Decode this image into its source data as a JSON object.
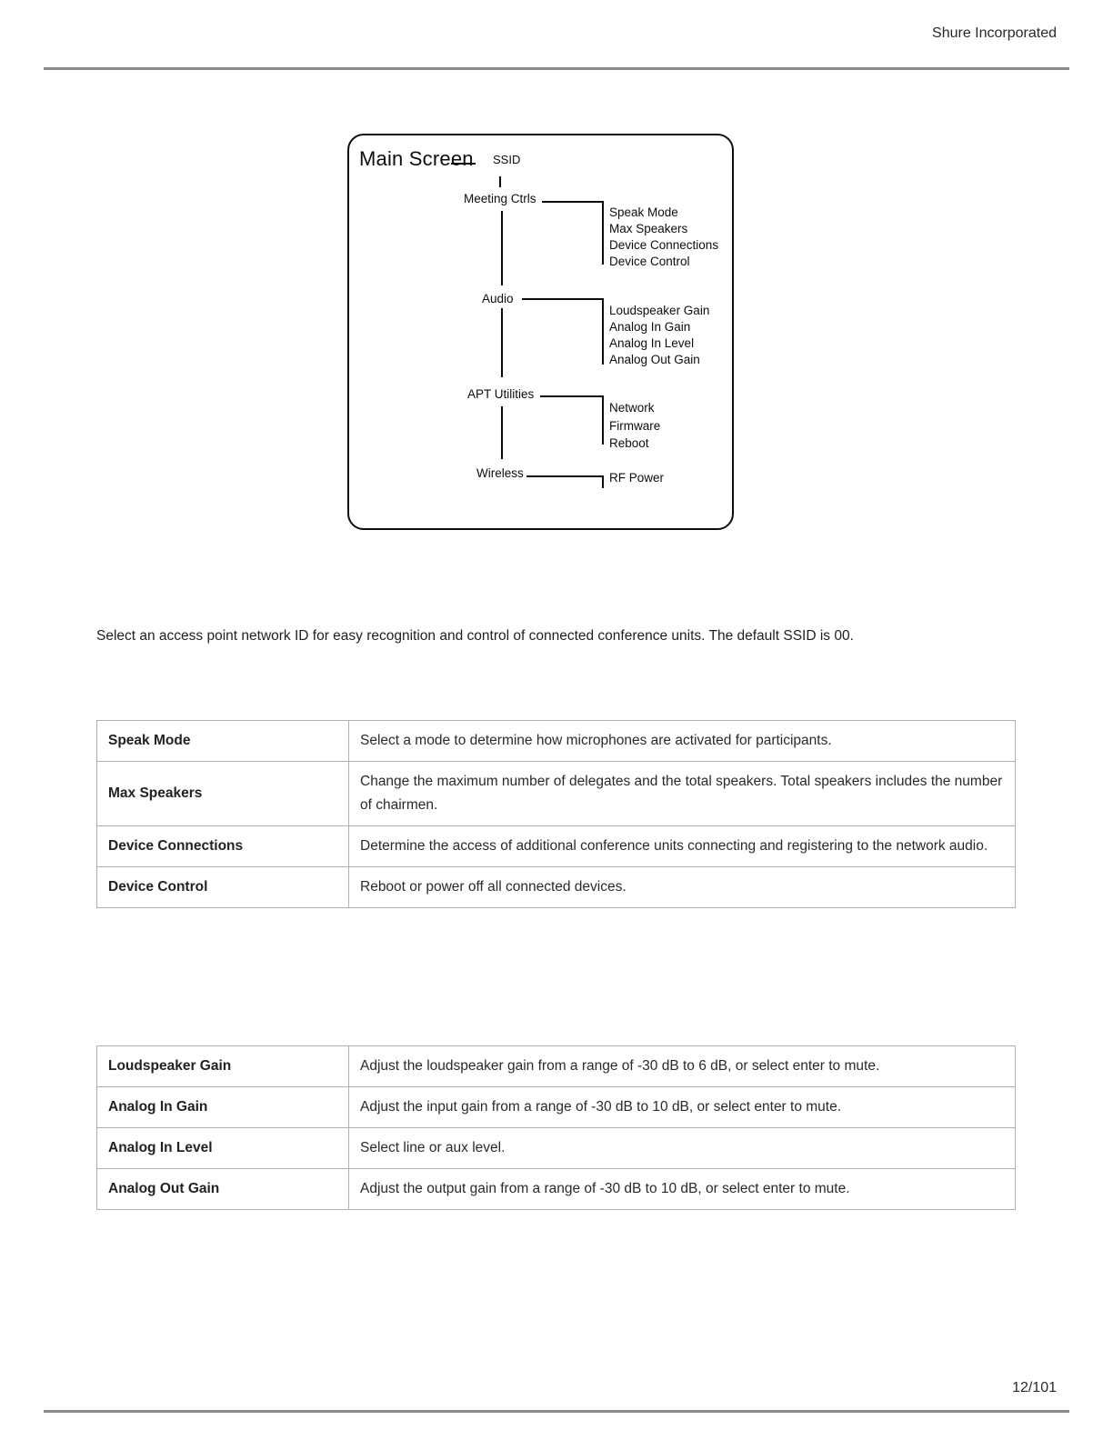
{
  "header": {
    "company": "Shure Incorporated"
  },
  "menu_tree": {
    "root": "Main Screen",
    "root_item": "SSID",
    "branches": [
      {
        "label": "Meeting Ctrls",
        "children": [
          "Speak Mode",
          "Max Speakers",
          "Device Connections",
          "Device Control"
        ]
      },
      {
        "label": "Audio",
        "children": [
          "Loudspeaker Gain",
          "Analog In Gain",
          "Analog In Level",
          "Analog Out Gain"
        ]
      },
      {
        "label": "APT Utilities",
        "children": [
          "Network",
          "Firmware",
          "Reboot"
        ]
      },
      {
        "label": "Wireless",
        "children": [
          "RF Power"
        ]
      }
    ]
  },
  "intro_paragraph": "Select an access point network ID for easy recognition and control of connected conference units. The default SSID is 00.",
  "meeting_controls_table": {
    "rows": [
      {
        "label": "Speak Mode",
        "description": "Select a mode to determine how microphones are activated for participants."
      },
      {
        "label": "Max Speakers",
        "description": "Change the maximum number of delegates and the total speakers. Total speakers includes the number of chairmen."
      },
      {
        "label": "Device Connections",
        "description": "Determine the access of additional conference units connecting and registering to the network audio."
      },
      {
        "label": "Device Control",
        "description": "Reboot or power off all connected devices."
      }
    ]
  },
  "audio_table": {
    "rows": [
      {
        "label": "Loudspeaker Gain",
        "description": "Adjust the loudspeaker gain from a range of -30 dB to 6 dB, or select enter to mute."
      },
      {
        "label": "Analog In Gain",
        "description": "Adjust the input gain from a range of -30 dB to 10 dB, or select enter to mute."
      },
      {
        "label": "Analog In Level",
        "description": "Select line or aux level."
      },
      {
        "label": "Analog Out Gain",
        "description": "Adjust the output gain from a range of -30 dB to 10 dB, or select enter to mute."
      }
    ]
  },
  "footer": {
    "page_number": "12/101"
  }
}
